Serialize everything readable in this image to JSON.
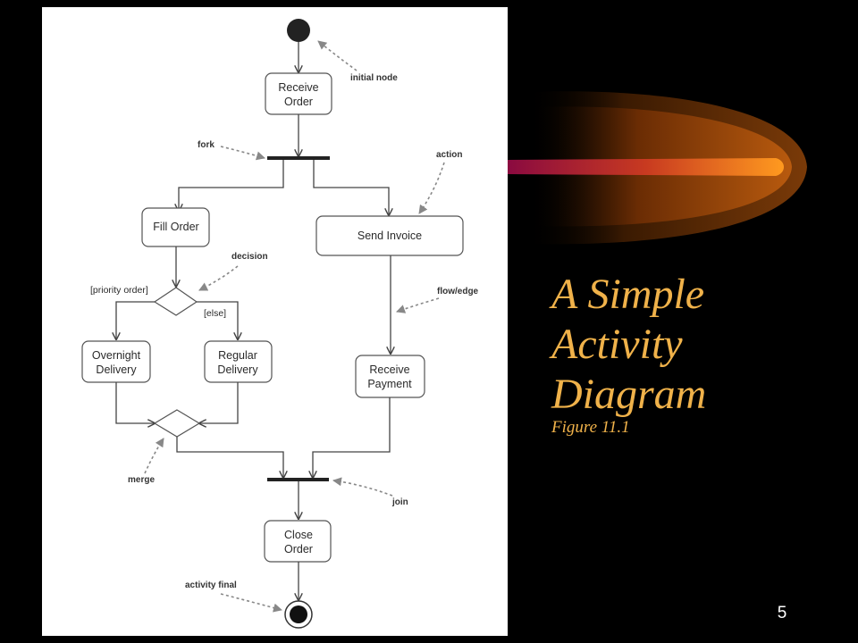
{
  "slide": {
    "title_lines": [
      "A Simple",
      "Activity",
      "Diagram"
    ],
    "subtitle": "Figure 11.1",
    "page_number": "5",
    "colors": {
      "background": "#000000",
      "title": "#f0b24a",
      "comet": "#ff9a1f"
    }
  },
  "diagram": {
    "nodes": {
      "receive_order": [
        "Receive",
        "Order"
      ],
      "fill_order": [
        "Fill Order"
      ],
      "send_invoice": [
        "Send Invoice"
      ],
      "overnight_delivery": [
        "Overnight",
        "Delivery"
      ],
      "regular_delivery": [
        "Regular",
        "Delivery"
      ],
      "receive_payment": [
        "Receive",
        "Payment"
      ],
      "close_order": [
        "Close",
        "Order"
      ]
    },
    "guards": {
      "priority": "[priority order]",
      "else": "[else]"
    },
    "annotations": {
      "initial_node": "initial node",
      "fork": "fork",
      "action": "action",
      "decision": "decision",
      "flow_edge": "flow/edge",
      "merge": "merge",
      "join": "join",
      "activity_final": "activity final"
    }
  }
}
